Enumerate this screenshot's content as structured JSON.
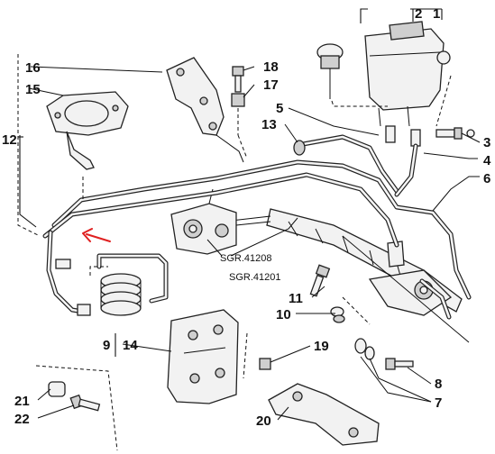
{
  "callouts": {
    "c1": "1",
    "c2": "2",
    "c3": "3",
    "c4": "4",
    "c5": "5",
    "c6": "6",
    "c7": "7",
    "c8": "8",
    "c9": "9",
    "c10": "10",
    "c11": "11",
    "c12": "12",
    "c13": "13",
    "c14": "14",
    "c15": "15",
    "c16": "16",
    "c17": "17",
    "c18": "18",
    "c19": "19",
    "c20": "20",
    "c21": "21",
    "c22": "22"
  },
  "references": {
    "ref_a": "SGR.41208",
    "ref_b": "SGR.41201"
  },
  "colors": {
    "line": "#222222",
    "annotation_arrow": "#e02020"
  }
}
